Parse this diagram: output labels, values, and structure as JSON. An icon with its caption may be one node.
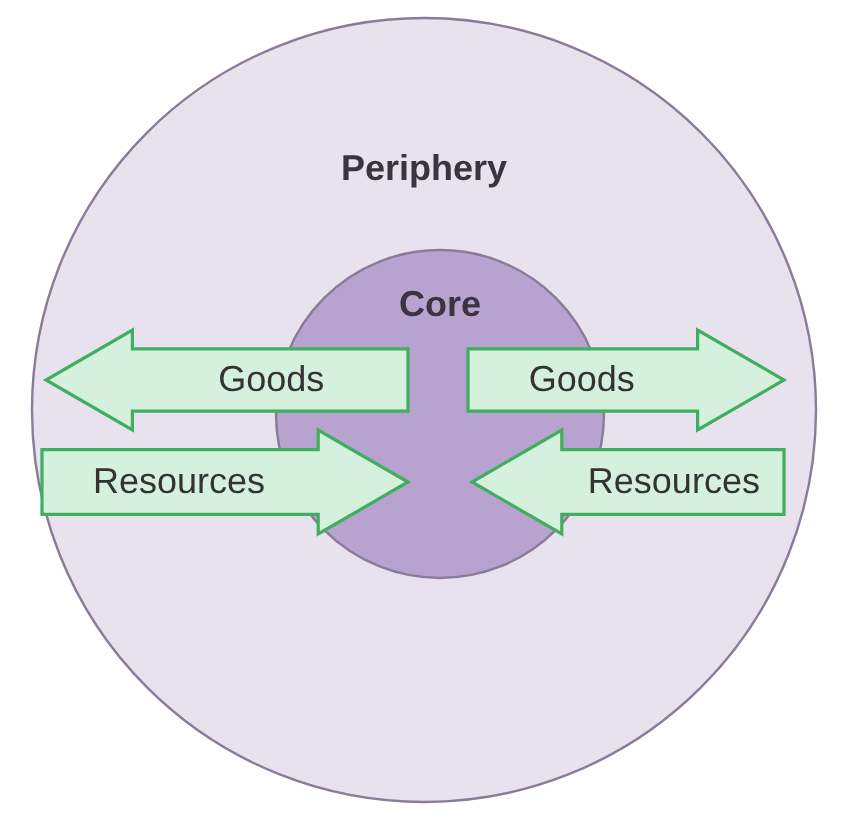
{
  "diagram": {
    "nodes": [
      {
        "text": [
          "Periphery"
        ]
      },
      {
        "text": [
          "Core"
        ],
        "in": 0
      },
      {
        "text": [
          "Goods"
        ],
        "in": 0
      },
      {
        "text": [
          "Goods"
        ],
        "in": 0
      },
      {
        "text": [
          "Resources"
        ],
        "in": 0
      },
      {
        "text": [
          "Resources"
        ],
        "in": 0
      }
    ]
  }
}
